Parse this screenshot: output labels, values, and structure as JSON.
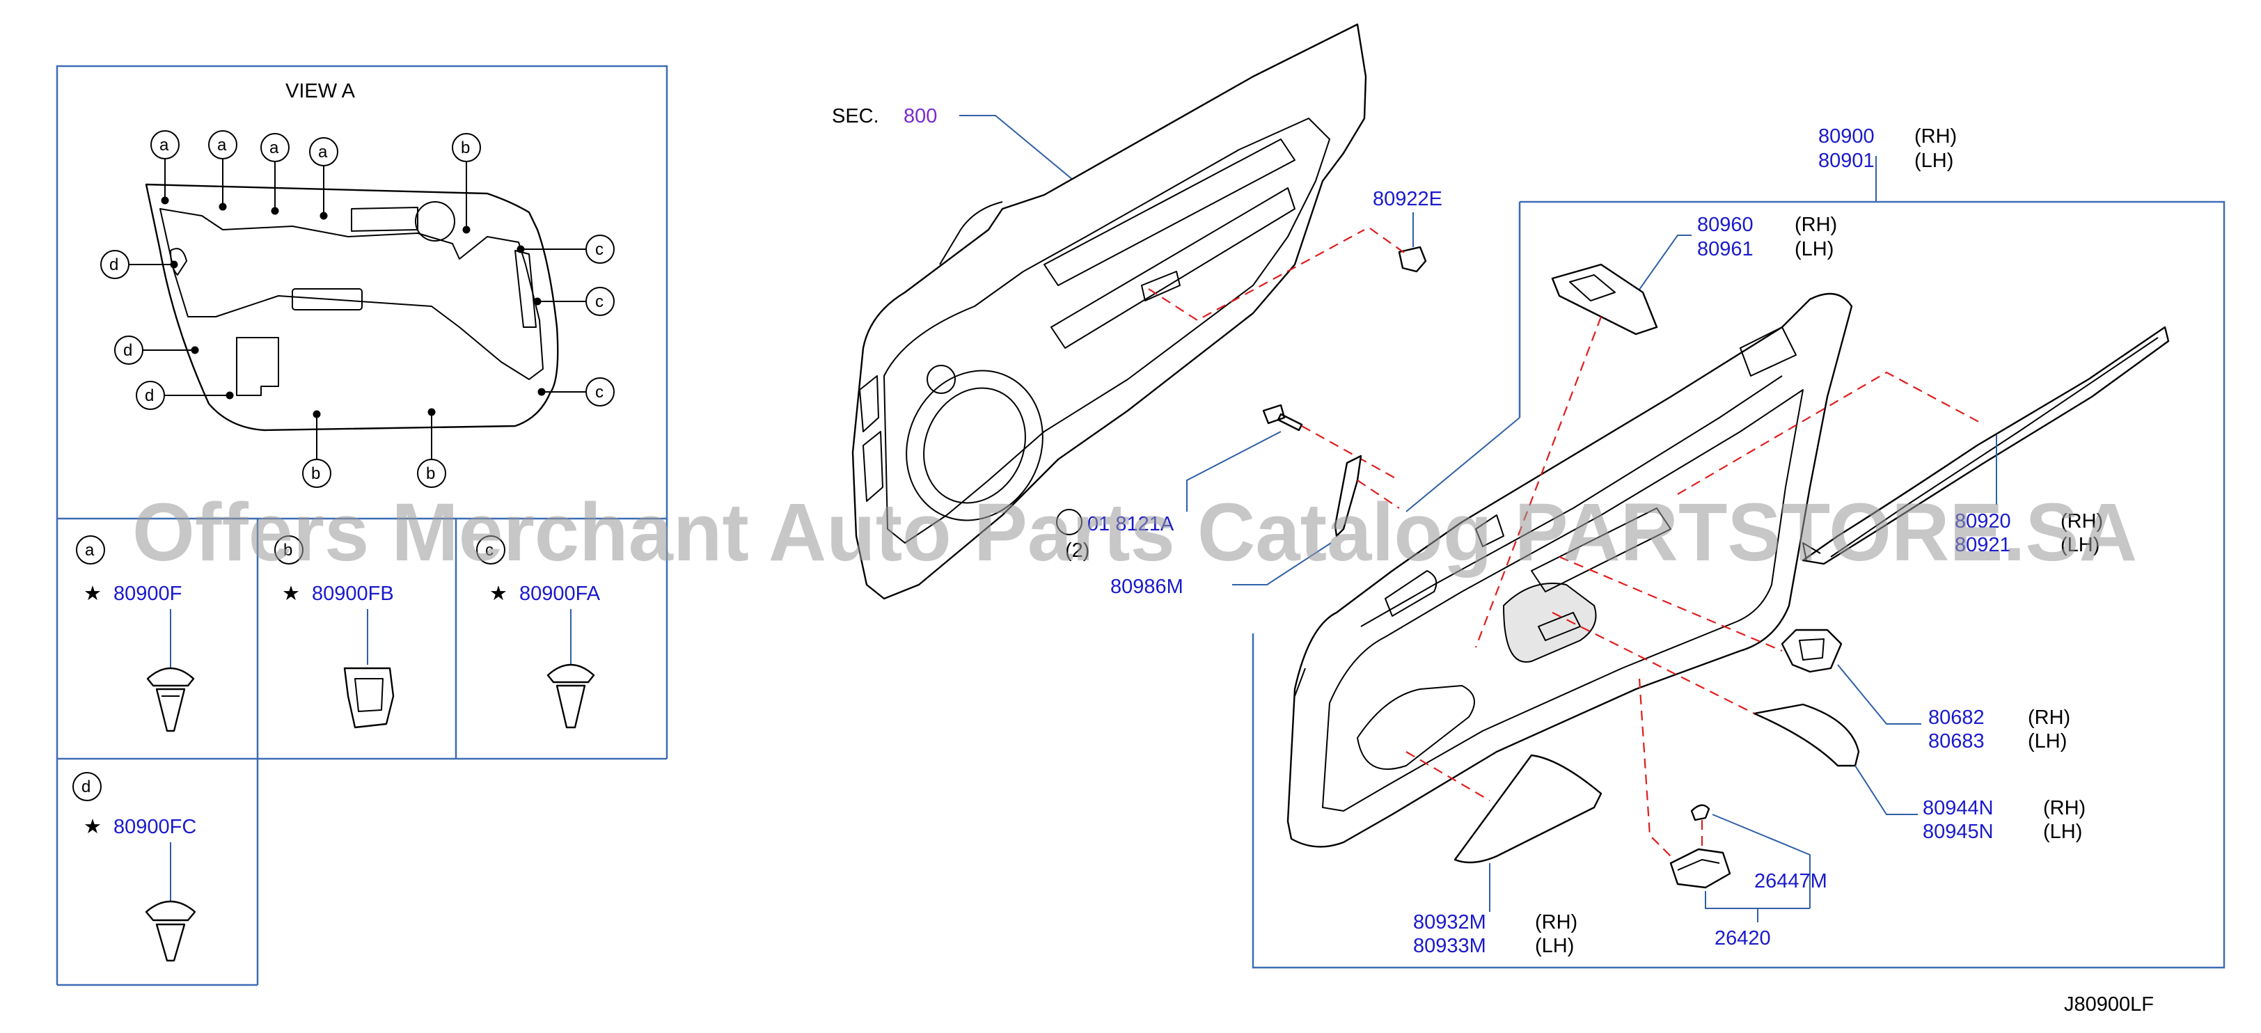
{
  "diagram_code": "J80900LF",
  "watermark": "Offers Merchant Auto Parts Catalog PARTSTORE.SA",
  "view_a": {
    "title": "VIEW A",
    "callouts": [
      "a",
      "a",
      "a",
      "a",
      "b",
      "c",
      "c",
      "c",
      "d",
      "d",
      "d",
      "b",
      "b"
    ]
  },
  "clip_boxes": [
    {
      "letter": "a",
      "star": "★",
      "part": "80900F"
    },
    {
      "letter": "b",
      "star": "★",
      "part": "80900FB"
    },
    {
      "letter": "c",
      "star": "★",
      "part": "80900FA"
    },
    {
      "letter": "d",
      "star": "★",
      "part": "80900FC"
    }
  ],
  "sec_ref": {
    "prefix": "SEC.",
    "number": "800"
  },
  "parts": {
    "p80900": {
      "rh": "80900",
      "lh": "80901"
    },
    "p80922": "80922E",
    "p80960": {
      "rh": "80960",
      "lh": "80961"
    },
    "p01": {
      "text": "01 8121A",
      "qty": "(2)"
    },
    "p80986": "80986M",
    "p80920": {
      "rh": "80920",
      "lh": "80921"
    },
    "p80682": {
      "rh": "80682",
      "lh": "80683"
    },
    "p80944": {
      "rh": "80944N",
      "lh": "80945N"
    },
    "p26447": "26447M",
    "p26420": "26420",
    "p80932": {
      "rh": "80932M",
      "lh": "80933M"
    }
  },
  "side": {
    "rh": "(RH)",
    "lh": "(LH)"
  }
}
